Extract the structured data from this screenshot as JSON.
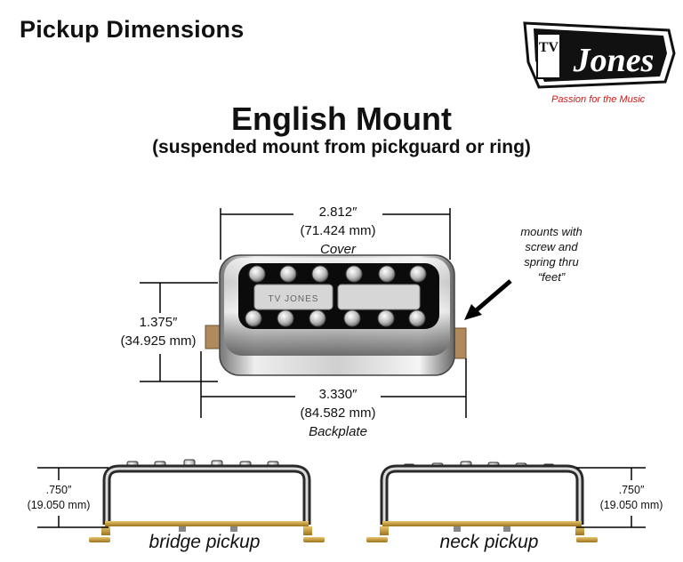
{
  "header": {
    "page_title": "Pickup Dimensions",
    "main_title": "English Mount",
    "sub_title": "(suspended mount from pickguard or ring)"
  },
  "logo": {
    "monogram": "TV",
    "wordmark": "Jones",
    "tagline": "Passion for the Music",
    "accent_color": "#d01a1a"
  },
  "cover": {
    "inches": "2.812″",
    "mm": "(71.424 mm)",
    "label": "Cover"
  },
  "height": {
    "inches": "1.375″",
    "mm": "(34.925 mm)"
  },
  "backplate": {
    "inches": "3.330″",
    "mm": "(84.582 mm)",
    "label": "Backplate"
  },
  "pickup_engraving": "TV JONES",
  "mount_note": {
    "line1": "mounts with",
    "line2": "screw and",
    "line3": "spring thru",
    "line4": "“feet”"
  },
  "bridge": {
    "inches": ".750″",
    "mm": "(19.050 mm)",
    "caption": "bridge pickup"
  },
  "neck": {
    "inches": ".750″",
    "mm": "(19.050 mm)",
    "caption": "neck pickup"
  }
}
